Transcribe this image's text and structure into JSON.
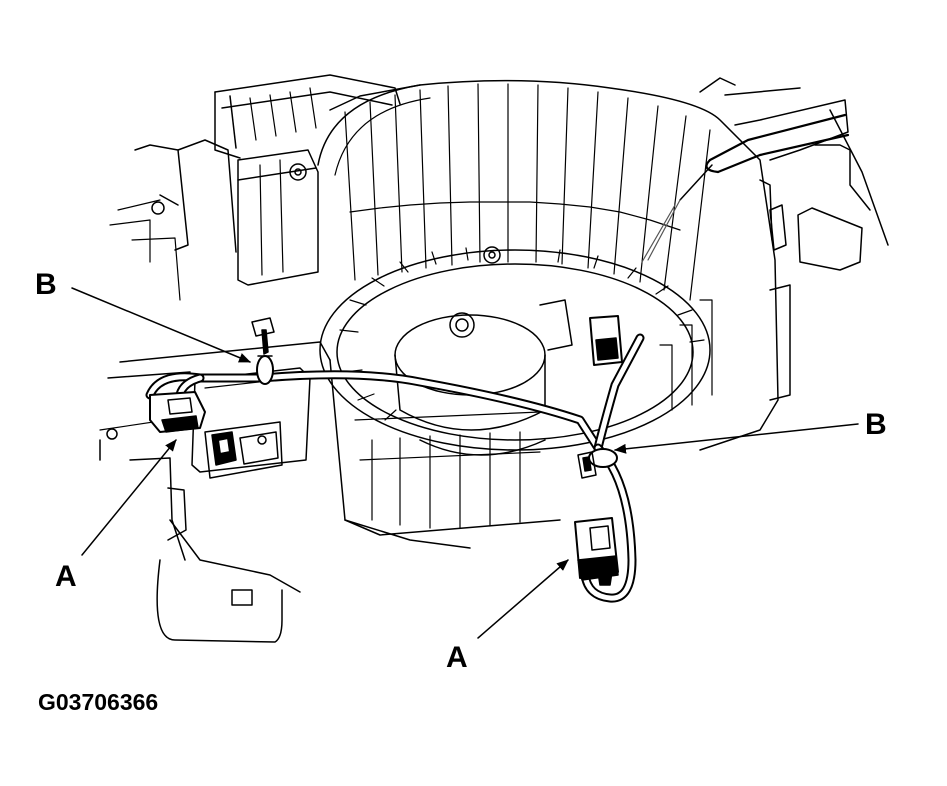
{
  "callouts": {
    "connector": "A",
    "clamp": "B"
  },
  "figure_code": "G03706366"
}
